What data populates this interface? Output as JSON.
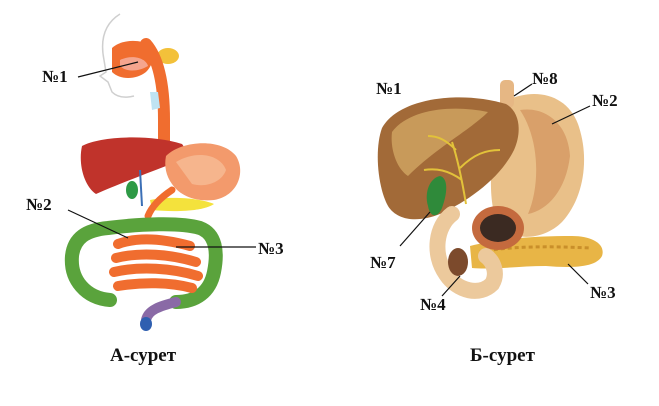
{
  "figure_a": {
    "caption": "А-сурет",
    "labels": {
      "n1": "№1",
      "n2": "№2",
      "n3": "№3"
    }
  },
  "figure_b": {
    "caption": "Б-сурет",
    "labels": {
      "n1": "№1",
      "n2": "№2",
      "n3": "№3",
      "n4": "№4",
      "n7": "№7",
      "n8": "№8"
    }
  }
}
